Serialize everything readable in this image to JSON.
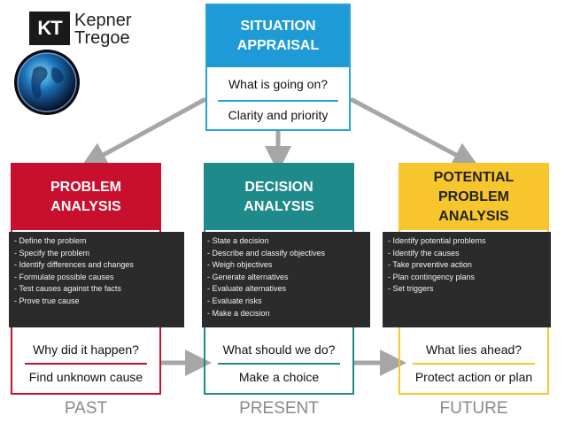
{
  "logo": {
    "mark": "KT",
    "word_line1": "Kepner",
    "word_line2": "Tregoe"
  },
  "situation": {
    "title_line1": "SITUATION",
    "title_line2": "APPRAISAL",
    "question": "What is going on?",
    "answer": "Clarity and priority"
  },
  "problem": {
    "title_line1": "PROBLEM",
    "title_line2": "ANALYSIS",
    "bullets": [
      "- Define the problem",
      "- Specify the problem",
      "- Identify differences and changes",
      "- Formulate possible causes",
      "- Test causes against the facts",
      "- Prove true cause"
    ],
    "question": "Why did it happen?",
    "answer": "Find unknown cause",
    "time": "PAST"
  },
  "decision": {
    "title_line1": "DECISION",
    "title_line2": "ANALYSIS",
    "bullets": [
      "- State a decision",
      "- Describe and classify objectives",
      "- Weigh objectives",
      "- Generate alternatives",
      "- Evaluate alternatives",
      "- Evaluate risks",
      "- Make a decision"
    ],
    "question": "What should we do?",
    "answer": "Make a choice",
    "time": "PRESENT"
  },
  "potential": {
    "title_line1": "POTENTIAL",
    "title_line2": "PROBLEM",
    "title_line3": "ANALYSIS",
    "bullets": [
      "- Identify potential problems",
      "- Identify the causes",
      "- Take preventive action",
      "- Plan contingency plans",
      "- Set triggers"
    ],
    "question": "What lies ahead?",
    "answer": "Protect action or plan",
    "time": "FUTURE"
  },
  "colors": {
    "situation": "#1e9bd7",
    "problem": "#c8102e",
    "decision": "#1e8a8a",
    "potential": "#f7c52c",
    "panel": "#2b2b2b",
    "arrow": "#a6a6a6"
  }
}
